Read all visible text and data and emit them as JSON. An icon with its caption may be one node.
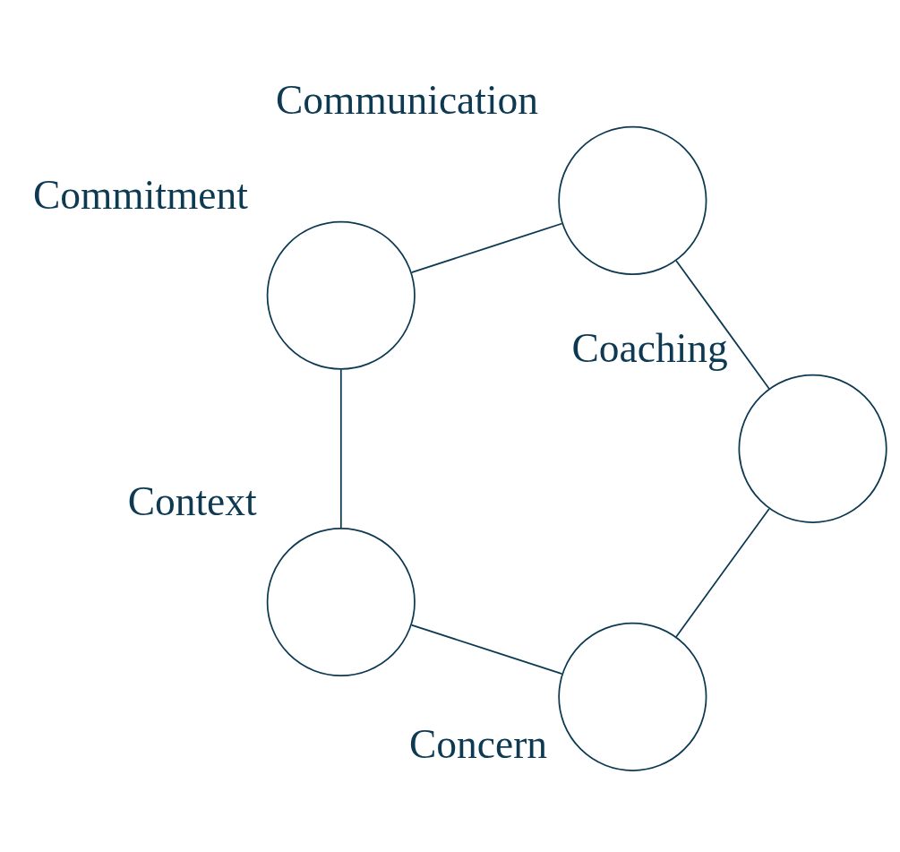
{
  "diagram": {
    "nodes": [
      {
        "text": [
          "Concern"
        ]
      },
      {
        "text": [
          "Coaching"
        ]
      },
      {
        "text": [
          "Context"
        ]
      },
      {
        "text": [
          "Communication"
        ]
      },
      {
        "text": [
          "Commitment"
        ]
      }
    ],
    "edges": [
      {
        "from": 0,
        "to": 2,
        "arrow": "none"
      },
      {
        "from": 2,
        "to": 4,
        "arrow": "none"
      },
      {
        "from": 4,
        "to": 3,
        "arrow": "none"
      },
      {
        "from": 3,
        "to": 1,
        "arrow": "none"
      },
      {
        "from": 1,
        "to": 0,
        "arrow": "none"
      }
    ]
  }
}
